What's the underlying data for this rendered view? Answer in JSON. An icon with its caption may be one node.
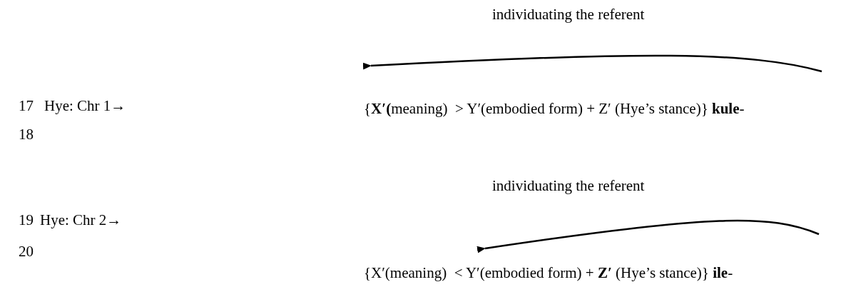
{
  "diagram": {
    "labels": [
      "individuating the referent",
      "17",
      "Hye: Chr 1→",
      "{**X′(**meaning)  > Y′(embodied form) + Z′ (Hye’s stance)} **kule**-",
      "18",
      "individuating the referent",
      "19",
      "Hye: Chr 2→",
      "20",
      "{X′(meaning)  < Y′(embodied form) + **Z′** (Hye’s stance)} **ile**-"
    ]
  }
}
